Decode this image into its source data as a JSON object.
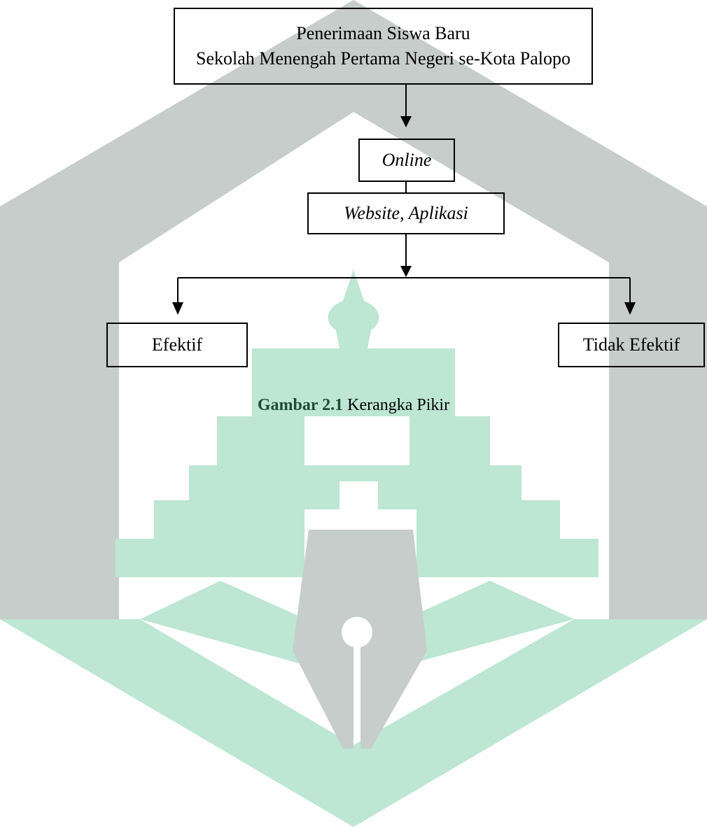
{
  "diagram": {
    "nodes": {
      "top": {
        "line1": "Penerimaan Siswa Baru",
        "line2": "Sekolah Menengah Pertama Negeri se-Kota Palopo"
      },
      "online": "Online",
      "channel": "Website, Aplikasi",
      "effective": "Efektif",
      "not_effective": "Tidak Efektif"
    },
    "caption": {
      "label": "Gambar 2.1",
      "text": " Kerangka Pikir"
    }
  },
  "colors": {
    "watermark_gray": "#c6cdca",
    "watermark_green": "#bde6d3",
    "line": "#000000",
    "caption_label": "#1d4d37"
  }
}
